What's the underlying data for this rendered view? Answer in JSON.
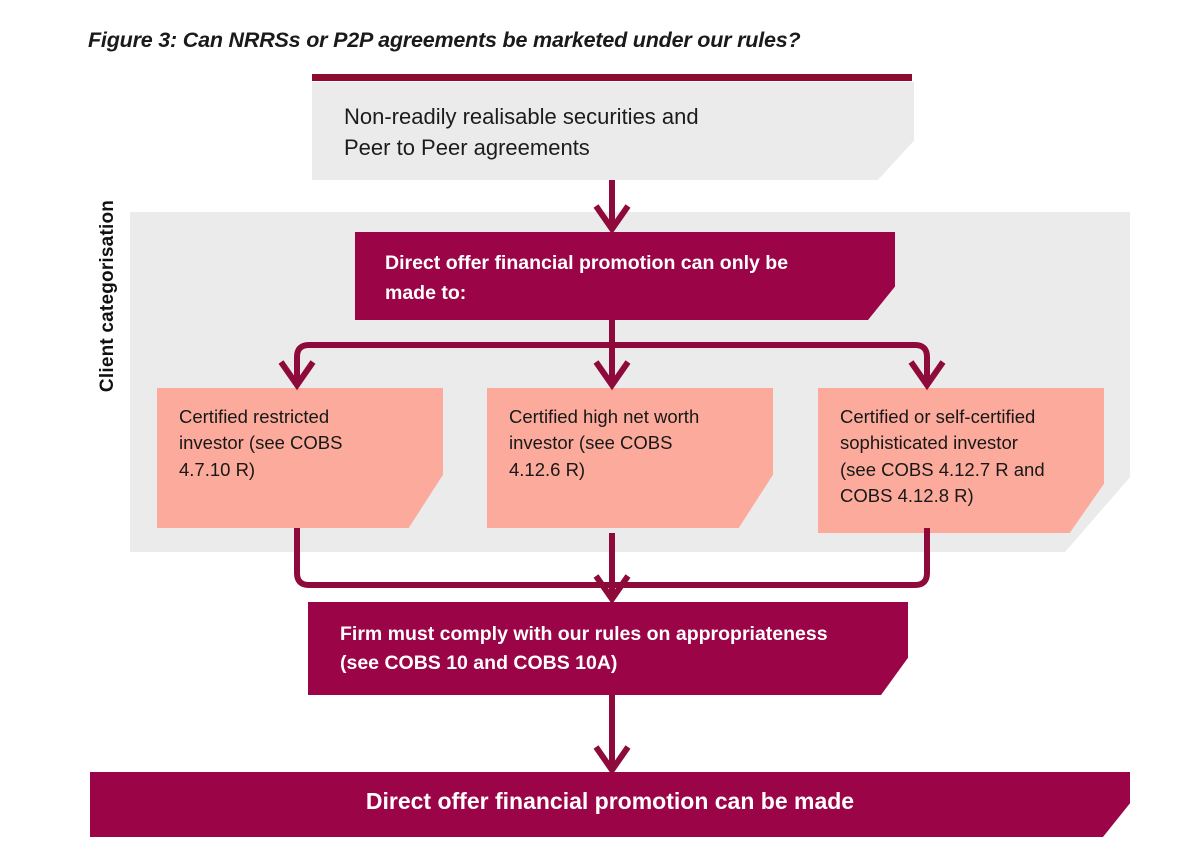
{
  "figure": {
    "title": "Figure 3: Can NRRSs or P2P agreements be marketed under our rules?",
    "axis_label": "Client categorisation"
  },
  "colors": {
    "dark_red": "#9b0446",
    "accent_rule": "#8e0a2e",
    "pink": "#fcaa9b",
    "panel_grey": "#ebebeb",
    "text_dark": "#1a1a1a",
    "text_light": "#ffffff"
  },
  "nodes": {
    "source": {
      "line1": "Non-readily realisable securities and",
      "line2": "Peer to Peer agreements"
    },
    "offer": {
      "line1": "Direct offer financial promotion can only be",
      "line2": "made to:"
    },
    "options": [
      {
        "lines": [
          "Certified restricted",
          "investor (see COBS",
          "4.7.10 R)"
        ]
      },
      {
        "lines": [
          "Certified high net worth",
          "investor (see COBS",
          "4.12.6 R)"
        ]
      },
      {
        "lines": [
          "Certified or self-certified",
          "sophisticated investor",
          "(see COBS 4.12.7 R and",
          "COBS 4.12.8 R)"
        ]
      }
    ],
    "comply": {
      "line1": "Firm must comply with our rules on appropriateness",
      "line2": "(see COBS 10 and COBS 10A)"
    },
    "final": {
      "text": "Direct offer financial promotion can be made"
    }
  }
}
